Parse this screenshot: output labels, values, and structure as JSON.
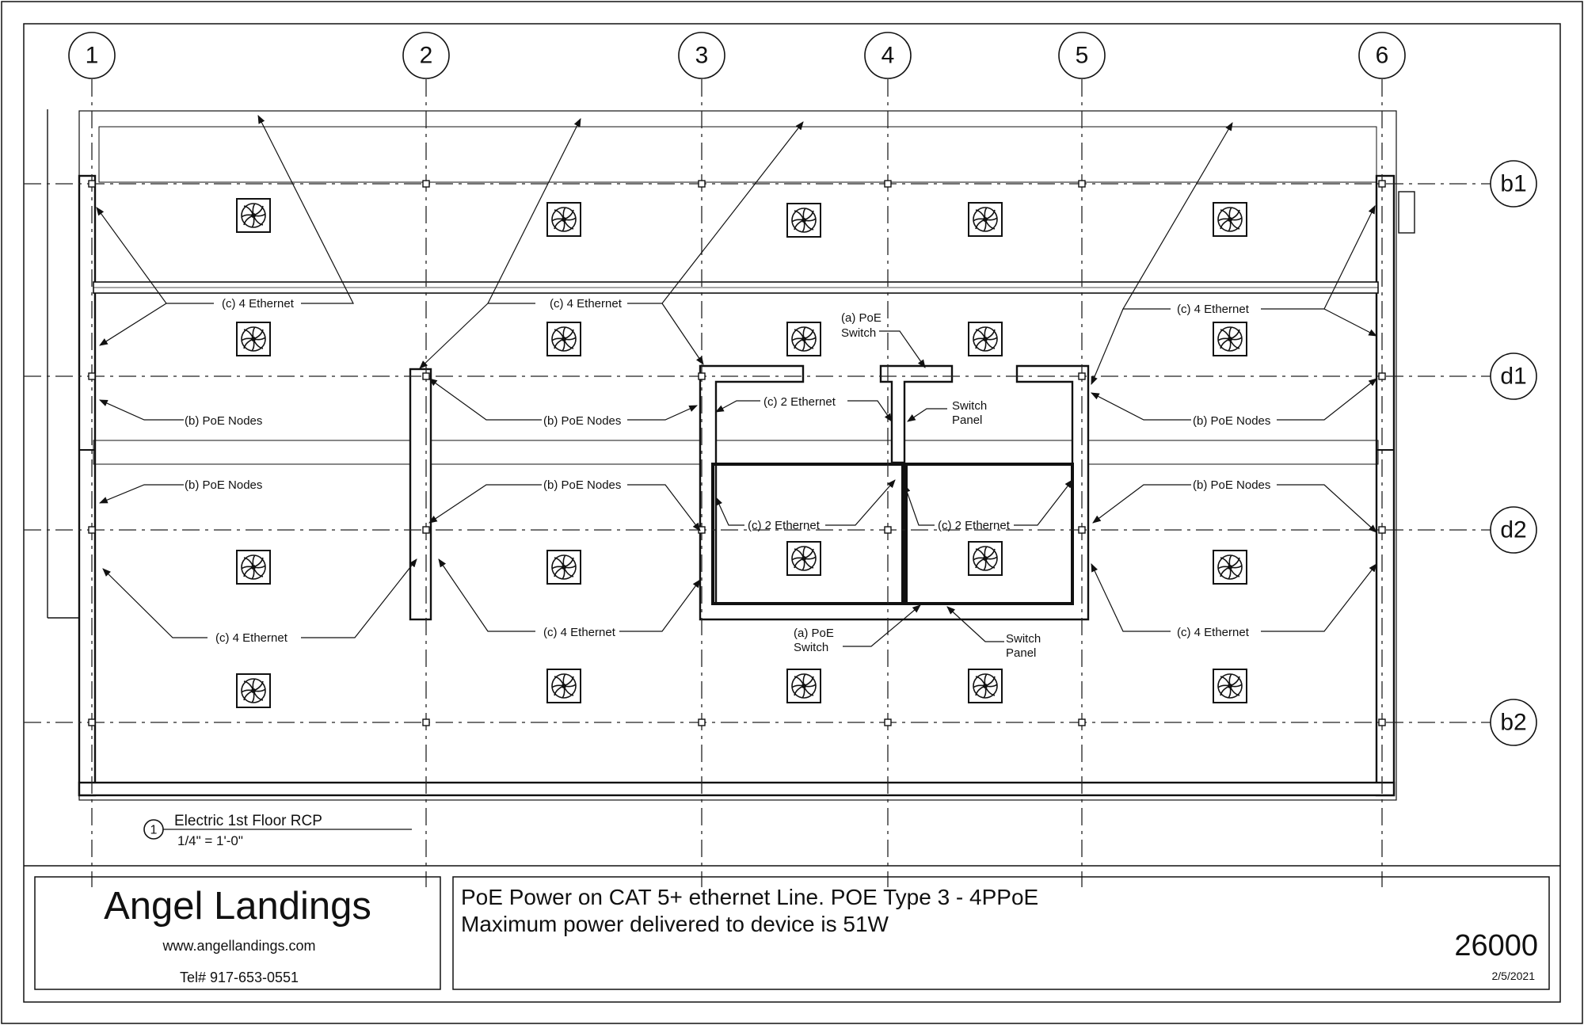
{
  "grid": {
    "columns": [
      "1",
      "2",
      "3",
      "4",
      "5",
      "6"
    ],
    "rows": [
      "b1",
      "d1",
      "d2",
      "b2"
    ]
  },
  "annotations": {
    "ethernet4": "(c) 4 Ethernet",
    "ethernet2": "(c) 2 Ethernet",
    "poe_nodes": "(b) PoE Nodes",
    "poe_switch_line1": "(a) PoE",
    "poe_switch_line2": "Switch",
    "switch_panel_line1": "Switch",
    "switch_panel_line2": "Panel"
  },
  "view": {
    "number": "1",
    "title": "Electric 1st Floor RCP",
    "scale": "1/4\" = 1'-0\""
  },
  "title_block": {
    "company": "Angel Landings",
    "website": "www.angellandings.com",
    "phone": "Tel# 917-653-0551",
    "note_line1": "PoE Power on CAT 5+ ethernet Line. POE Type 3 - 4PPoE",
    "note_line2": "Maximum power delivered to device is 51W",
    "sheet_number": "26000",
    "date": "2/5/2021"
  },
  "icons": {
    "fixture": "ceiling-fan-icon",
    "grid_marker": "grid-bubble"
  }
}
